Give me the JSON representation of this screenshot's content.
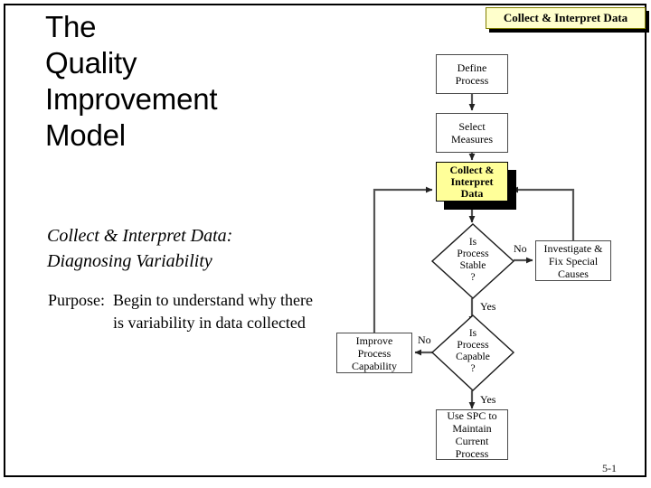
{
  "slide": {
    "title": "The\nQuality\nImprovement\nModel",
    "subtitle": "Collect & Interpret Data:\nDiagnosing Variability",
    "purpose_label": "Purpose:",
    "purpose_text": "Begin to understand why there is variability in data collected",
    "page_number": "5-1",
    "banner_label": "Collect & Interpret Data"
  },
  "colors": {
    "banner_fill": "#ffffcc",
    "highlight_fill": "#ffff99",
    "shadow": "#000000",
    "box_border": "#4a4a4a",
    "wire": "#555555",
    "text": "#000000"
  },
  "flowchart": {
    "title": "Quality Improvement Model flowchart",
    "nodes": [
      {
        "id": "define-process",
        "type": "process",
        "label": "Define\nProcess"
      },
      {
        "id": "select-measures",
        "type": "process",
        "label": "Select\nMeasures"
      },
      {
        "id": "collect-interpret-data",
        "type": "process-highlight",
        "label": "Collect &\nInterpret\nData"
      },
      {
        "id": "is-process-stable",
        "type": "decision",
        "label": "Is\nProcess\nStable\n?"
      },
      {
        "id": "investigate-fix-special-causes",
        "type": "process",
        "label": "Investigate &\nFix Special\nCauses"
      },
      {
        "id": "is-process-capable",
        "type": "decision",
        "label": "Is\nProcess\nCapable\n?"
      },
      {
        "id": "improve-process-capability",
        "type": "process",
        "label": "Improve\nProcess\nCapability"
      },
      {
        "id": "use-spc",
        "type": "process",
        "label": "Use SPC to\nMaintain\nCurrent\nProcess"
      }
    ],
    "edges": [
      {
        "from": "define-process",
        "to": "select-measures",
        "label": ""
      },
      {
        "from": "select-measures",
        "to": "collect-interpret-data",
        "label": ""
      },
      {
        "from": "collect-interpret-data",
        "to": "is-process-stable",
        "label": ""
      },
      {
        "from": "is-process-stable",
        "to": "investigate-fix-special-causes",
        "label": "No"
      },
      {
        "from": "is-process-stable",
        "to": "is-process-capable",
        "label": "Yes"
      },
      {
        "from": "investigate-fix-special-causes",
        "to": "collect-interpret-data",
        "label": ""
      },
      {
        "from": "is-process-capable",
        "to": "improve-process-capability",
        "label": "No"
      },
      {
        "from": "is-process-capable",
        "to": "use-spc",
        "label": "Yes"
      },
      {
        "from": "improve-process-capability",
        "to": "collect-interpret-data",
        "label": ""
      }
    ],
    "edge_labels": {
      "stable_no": "No",
      "stable_yes": "Yes",
      "capable_no": "No",
      "capable_yes": "Yes"
    }
  }
}
